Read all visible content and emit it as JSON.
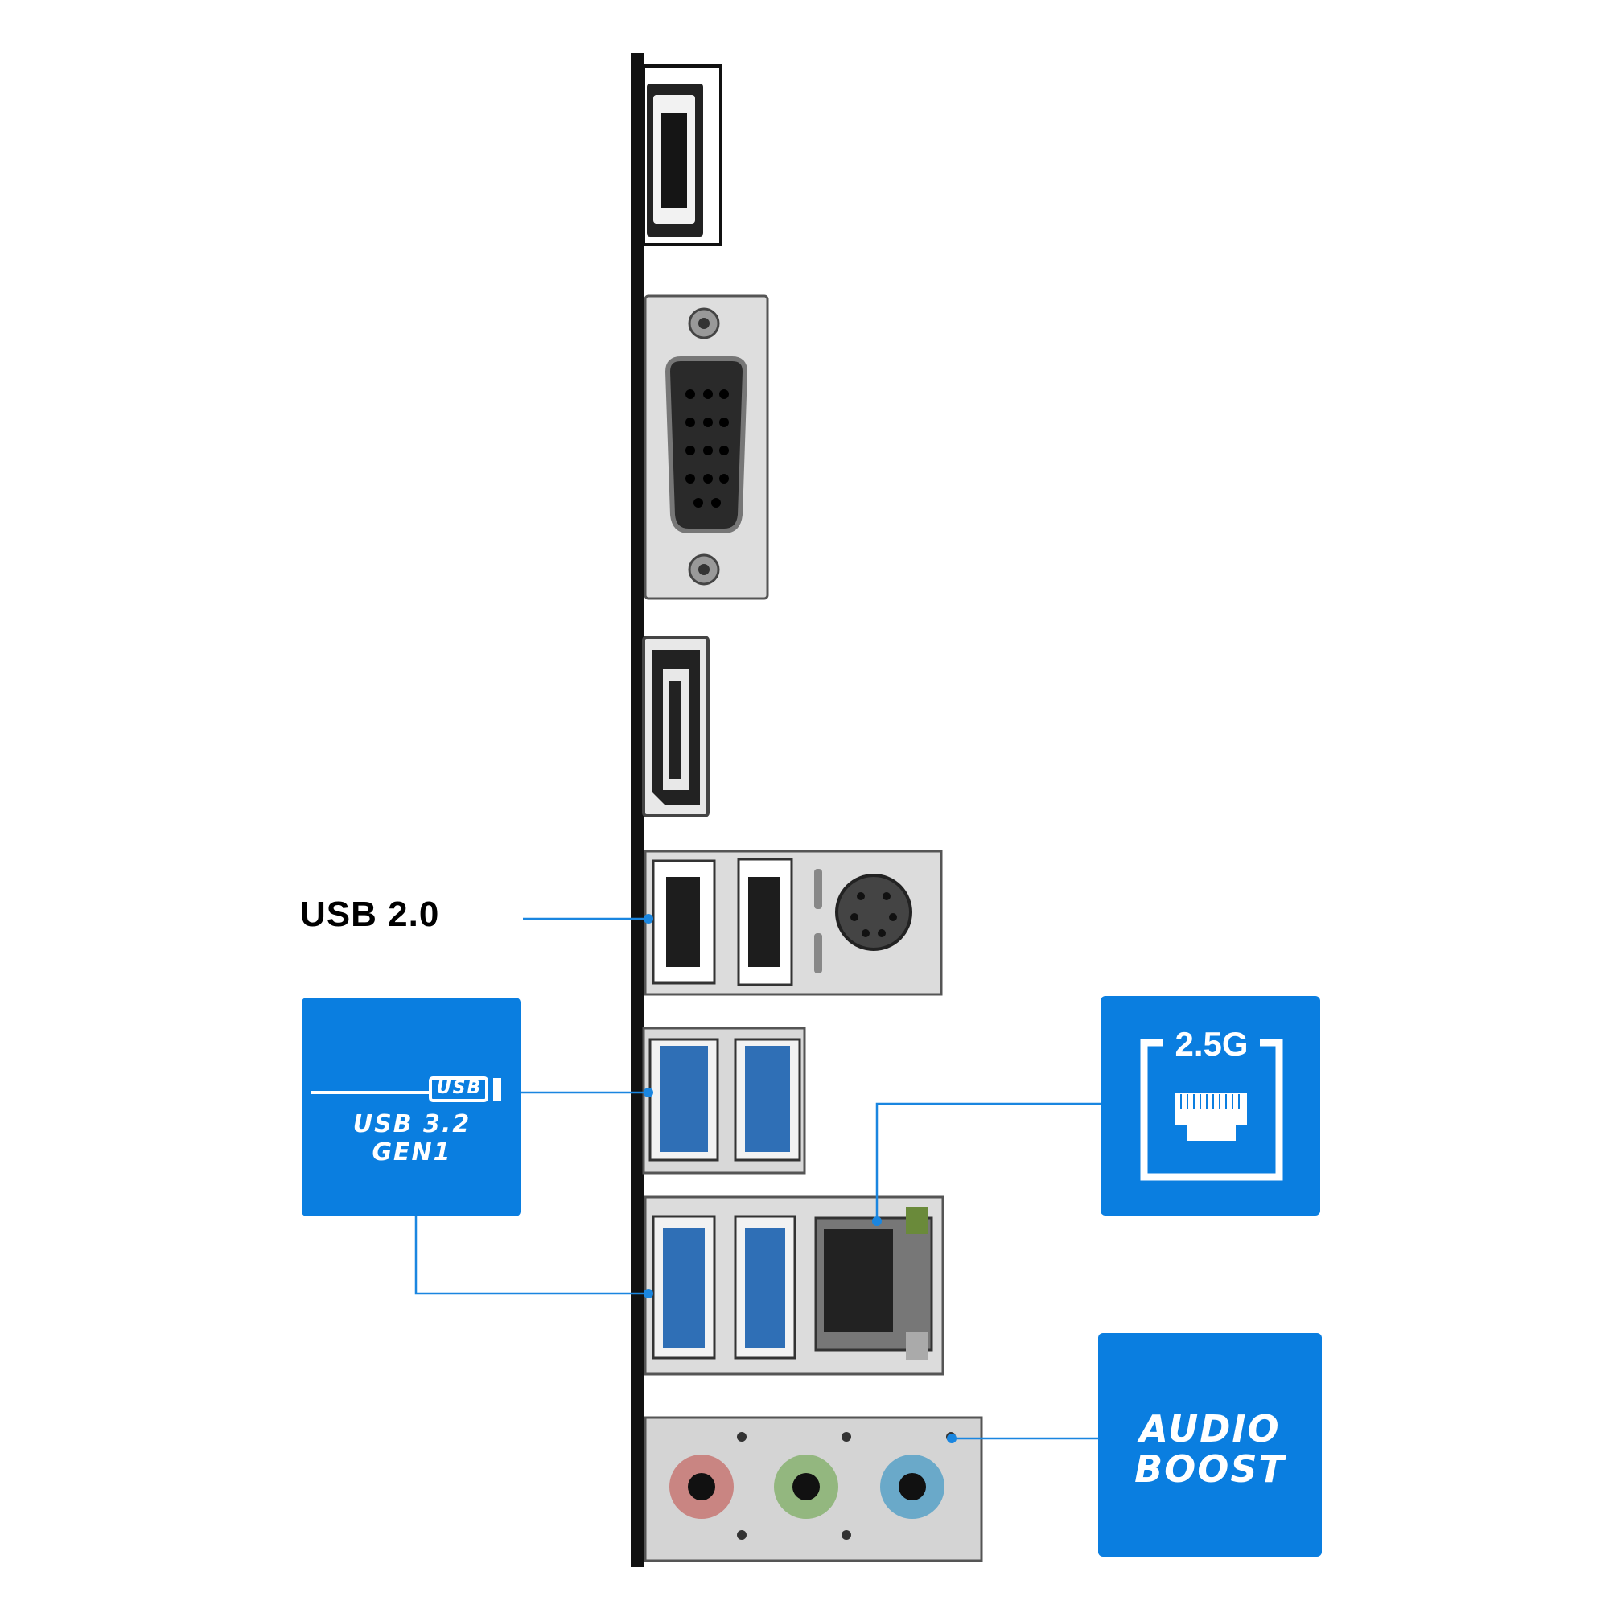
{
  "labels": {
    "usb2": "USB 2.0",
    "usb_badge": "USB",
    "usb32": "USB 3.2 GEN1",
    "lan": "2.5G",
    "audio_line1": "AUDIO",
    "audio_line2": "BOOST"
  },
  "colors": {
    "accent_blue": "#0a7ee0",
    "connector_line": "#1a86e0",
    "panel_metal": "#d6d6d6",
    "port_blue": "#2f6fb6",
    "jack_pink": "#c98582",
    "jack_green": "#93b77f",
    "jack_blue": "#6aa9c9"
  },
  "icons": {
    "lan": "ethernet-port-icon",
    "usb": "usb-logo-icon"
  }
}
